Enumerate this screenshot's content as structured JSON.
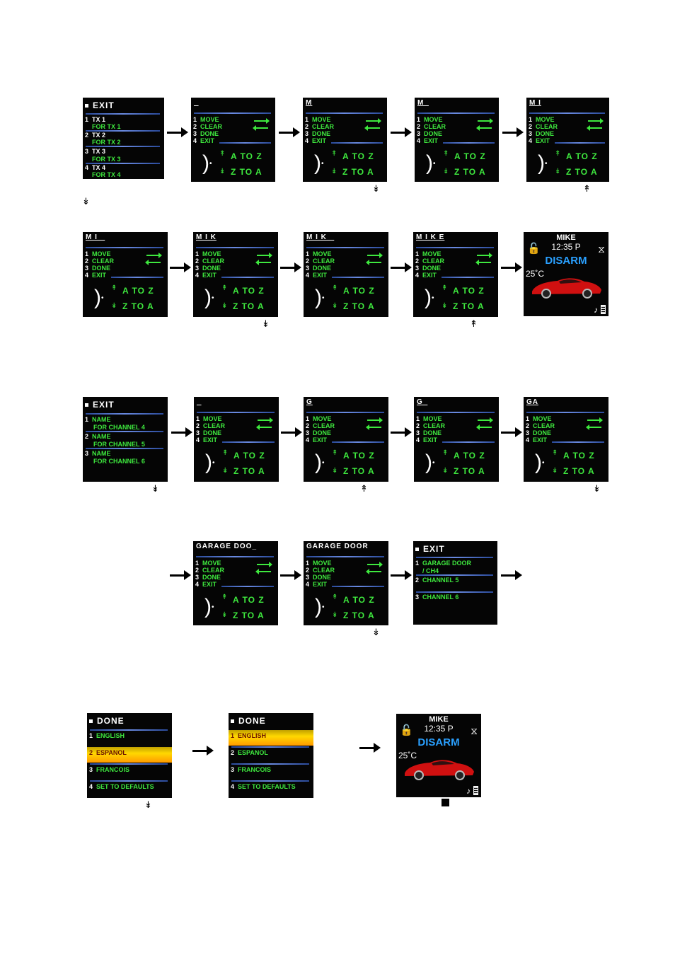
{
  "edit_screen": {
    "items": [
      {
        "num": "1",
        "label": "MOVE"
      },
      {
        "num": "2",
        "label": "CLEAR"
      },
      {
        "num": "3",
        "label": "DONE"
      },
      {
        "num": "4",
        "label": "EXIT"
      }
    ],
    "a_to_z": "A TO Z",
    "z_to_a": "Z TO A"
  },
  "glyphs": {
    "down": "↡",
    "up": "↟"
  },
  "section1": {
    "menu": {
      "title": "EXIT",
      "items": [
        {
          "num": "1",
          "label": "TX 1",
          "sub": "FOR TX 1"
        },
        {
          "num": "2",
          "label": "TX 2",
          "sub": "FOR TX 2"
        },
        {
          "num": "3",
          "label": "TX 3",
          "sub": "FOR TX 3"
        },
        {
          "num": "4",
          "label": "TX 4",
          "sub": "FOR TX 4"
        }
      ]
    },
    "row1_headers": [
      "_",
      "M",
      "M_",
      "M I"
    ],
    "row2_headers": [
      "M I _",
      "M I K",
      "M I K _",
      "M I K E"
    ]
  },
  "home": {
    "name": "MIKE",
    "time": "12:35 P",
    "status": "DISARM",
    "temp": "25˚C"
  },
  "section2": {
    "menu": {
      "title": "EXIT",
      "items": [
        {
          "num": "1",
          "label": "NAME",
          "sub": "FOR CHANNEL 4"
        },
        {
          "num": "2",
          "label": "NAME",
          "sub": "FOR CHANNEL 5"
        },
        {
          "num": "3",
          "label": "NAME",
          "sub": "FOR CHANNEL 6"
        }
      ]
    },
    "row1_headers": [
      "_",
      "G",
      "G_",
      "GA"
    ],
    "row2_headers": [
      "GARAGE DOO_",
      "GARAGE DOOR"
    ],
    "result_menu": {
      "title": "EXIT",
      "items": [
        {
          "num": "1",
          "label": "GARAGE DOOR",
          "sub": "/ CH4"
        },
        {
          "num": "2",
          "label": "CHANNEL 5"
        },
        {
          "num": "3",
          "label": "CHANNEL 6"
        }
      ]
    }
  },
  "section3": {
    "title": "DONE",
    "items": [
      {
        "num": "1",
        "label": "ENGLISH"
      },
      {
        "num": "2",
        "label": "ESPANOL"
      },
      {
        "num": "3",
        "label": "FRANCOIS"
      },
      {
        "num": "4",
        "label": "SET TO DEFAULTS"
      }
    ]
  }
}
